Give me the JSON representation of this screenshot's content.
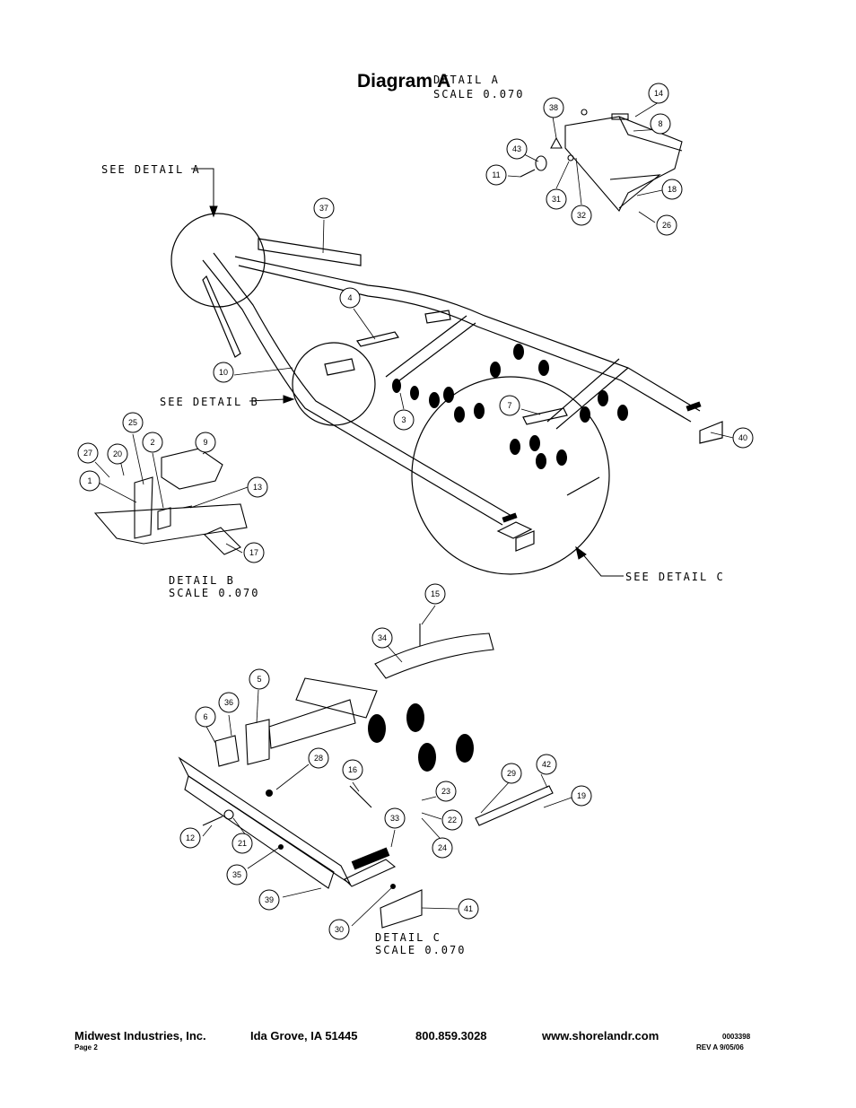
{
  "title": "Diagram A",
  "callouts": {
    "detail_a": [
      "DETAIL  A",
      "SCALE  0.070"
    ],
    "detail_b": [
      "DETAIL  B",
      "SCALE  0.070"
    ],
    "detail_c": [
      "DETAIL  C",
      "SCALE  0.070"
    ],
    "see_a": "SEE DETAIL  A",
    "see_b": "SEE DETAIL  B",
    "see_c": "SEE DETAIL  C"
  },
  "balloons": [
    "1",
    "2",
    "3",
    "4",
    "5",
    "6",
    "7",
    "8",
    "9",
    "10",
    "11",
    "12",
    "13",
    "14",
    "15",
    "16",
    "17",
    "18",
    "19",
    "20",
    "21",
    "22",
    "23",
    "24",
    "25",
    "26",
    "27",
    "28",
    "29",
    "30",
    "31",
    "32",
    "33",
    "34",
    "35",
    "36",
    "37",
    "38",
    "39",
    "40",
    "41",
    "42",
    "43"
  ],
  "footer": {
    "company": "Midwest Industries, Inc.",
    "location": "Ida Grove, IA  51445",
    "phone": "800.859.3028",
    "website": "www.shorelandr.com",
    "page": "Page 2",
    "doc_number": "0003398",
    "revision": "REV A  9/05/06"
  }
}
